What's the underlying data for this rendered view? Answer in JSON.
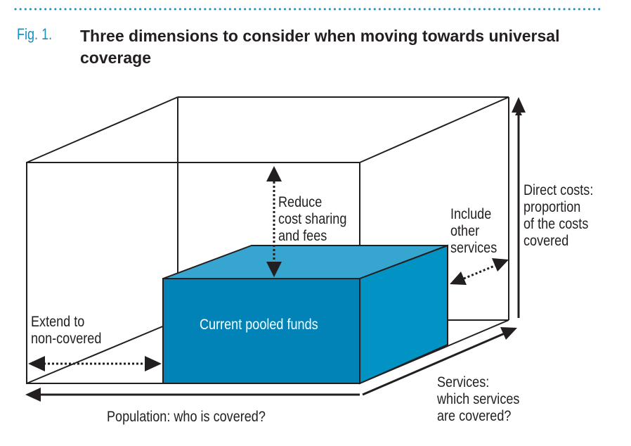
{
  "figure": {
    "label": "Fig. 1.",
    "title": "Three dimensions to consider when moving towards universal coverage"
  },
  "colors": {
    "accent": "#1a8ec0",
    "box_front": "#0283b8",
    "box_top": "#36a6d0",
    "box_side": "#0093c4",
    "ink": "#231f20"
  },
  "labels": {
    "center": "Current pooled funds",
    "reduce": [
      "Reduce",
      "cost sharing",
      "and fees"
    ],
    "include": [
      "Include",
      "other",
      "services"
    ],
    "extend": [
      "Extend to",
      "non-covered"
    ],
    "direct_costs": [
      "Direct costs:",
      "proportion",
      "of the costs",
      "covered"
    ],
    "services_axis": [
      "Services:",
      "which services",
      "are covered?"
    ],
    "population_axis": "Population: who is covered?"
  }
}
